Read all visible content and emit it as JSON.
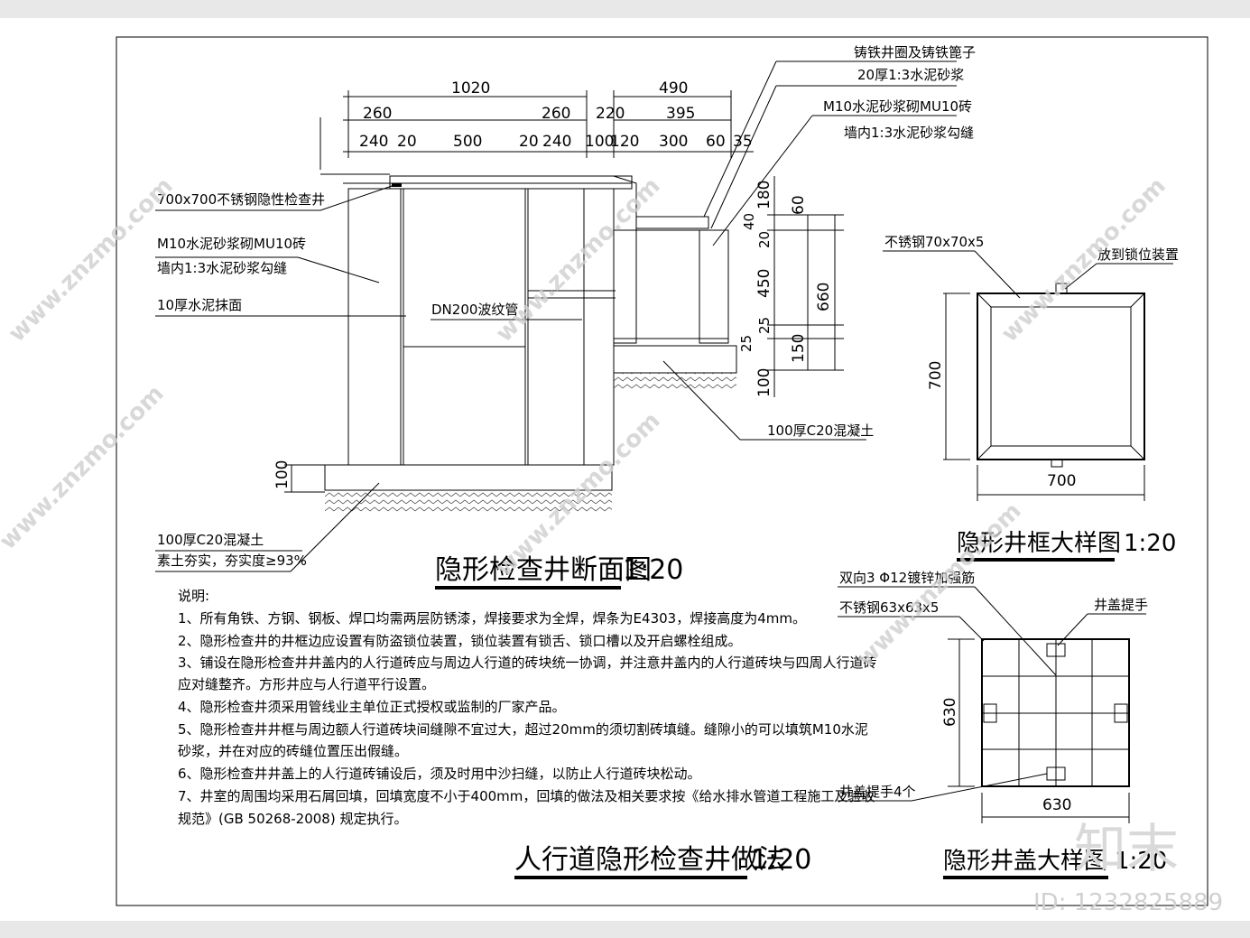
{
  "section": {
    "title": "隐形检查井断面图",
    "scale": "1:20",
    "dims_top": {
      "row1": [
        "1020",
        "490"
      ],
      "row2": [
        "260",
        "260",
        "220",
        "395"
      ],
      "row3": [
        "240",
        "20",
        "500",
        "20",
        "240",
        "100",
        "120",
        "300",
        "60",
        "35"
      ]
    },
    "dims_right": [
      "180",
      "40",
      "60",
      "20",
      "450",
      "660",
      "25",
      "25",
      "150",
      "100"
    ],
    "dim_left": "100",
    "labels": {
      "cover": "700x700不锈钢隐性检查井",
      "wall1": "M10水泥砂浆砌MU10砖",
      "wall2": "墙内1:3水泥砂浆勾缝",
      "plaster": "10厚水泥抹面",
      "pipe": "DN200波纹管",
      "frame": "铸铁井圈及铸铁篦子",
      "mortar": "20厚1:3水泥砂浆",
      "wall3": "M10水泥砂浆砌MU10砖",
      "wall4": "墙内1:3水泥砂浆勾缝",
      "conc_right": "100厚C20混凝土",
      "conc_bottom": "100厚C20混凝土",
      "soil": "素土夯实，夯实度≥93%"
    }
  },
  "frame_detail": {
    "title": "隐形井框大样图",
    "scale": "1:20",
    "steel": "不锈钢70x70x5",
    "lock": "放到锁位装置",
    "height": "700",
    "width": "700"
  },
  "cover_detail": {
    "title": "隐形井盖大样图",
    "scale": "1:20",
    "rebar": "双向3 Φ12镀锌加强筋",
    "steel": "不锈钢63x63x5",
    "handle": "井盖提手",
    "handles4": "井盖提手4个",
    "height": "630",
    "width": "630"
  },
  "notes": {
    "heading": "说明:",
    "lines": [
      "1、所有角铁、方钢、钢板、焊口均需两层防锈漆，焊接要求为全焊，焊条为E4303，焊接高度为4mm。",
      "2、隐形检查井的井框边应设置有防盗锁位装置，锁位装置有锁舌、锁口槽以及开启螺栓组成。",
      "3、铺设在隐形检查井井盖内的人行道砖应与周边人行道的砖块统一协调，并注意井盖内的人行道砖块与四周人行道砖",
      "应对缝整齐。方形井应与人行道平行设置。",
      "4、隐形检查井须采用管线业主单位正式授权或监制的厂家产品。",
      "5、隐形检查井井框与周边额人行道砖块间缝隙不宜过大，超过20mm的须切割砖填缝。缝隙小的可以填筑M10水泥",
      "砂浆，并在对应的砖缝位置压出假缝。",
      "6、隐形检查井井盖上的人行道砖铺设后，须及时用中沙扫缝，以防止人行道砖块松动。",
      "7、井室的周围均采用石屑回填，回填宽度不小于400mm，回填的做法及相关要求按《给水排水管道工程施工及验收",
      "规范》(GB 50268-2008) 规定执行。"
    ]
  },
  "main_title": {
    "title": "人行道隐形检查井做法",
    "scale": "1:20"
  },
  "watermark": {
    "brand": "知末",
    "site": "www.znzmo.com",
    "id": "ID: 1232825889"
  }
}
